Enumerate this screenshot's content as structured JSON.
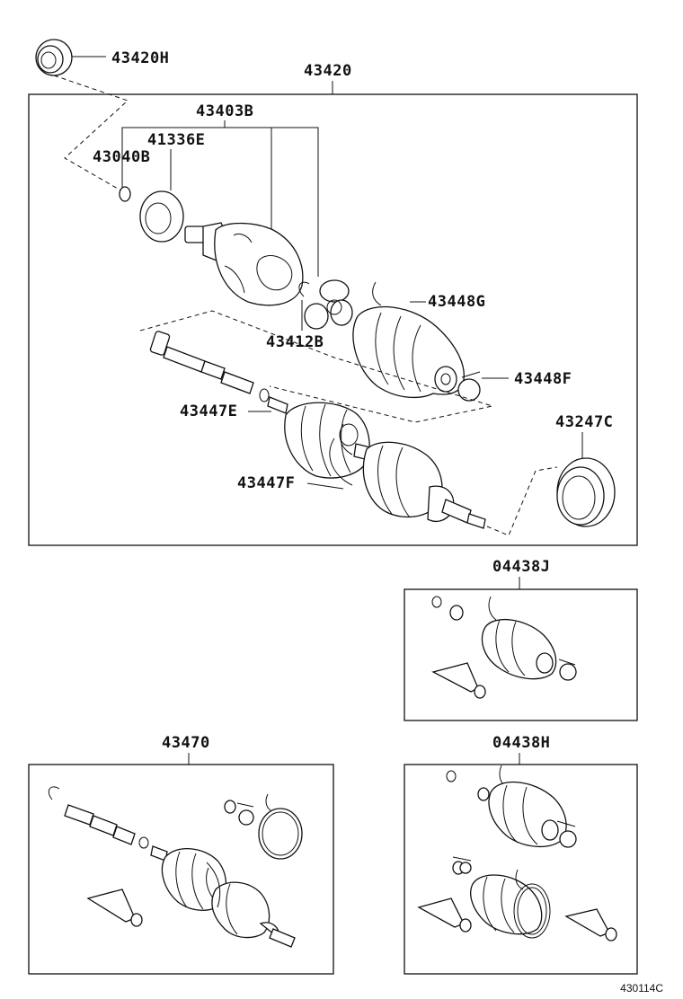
{
  "figure_id": "430114C",
  "labels": {
    "p43420H": "43420H",
    "p43420": "43420",
    "p43403B": "43403B",
    "p41336E": "41336E",
    "p43040B": "43040B",
    "p43448G": "43448G",
    "p43412B": "43412B",
    "p43448F": "43448F",
    "p43447E": "43447E",
    "p43247C": "43247C",
    "p43447F": "43447F",
    "p04438J": "04438J",
    "p43470": "43470",
    "p04438H": "04438H"
  }
}
